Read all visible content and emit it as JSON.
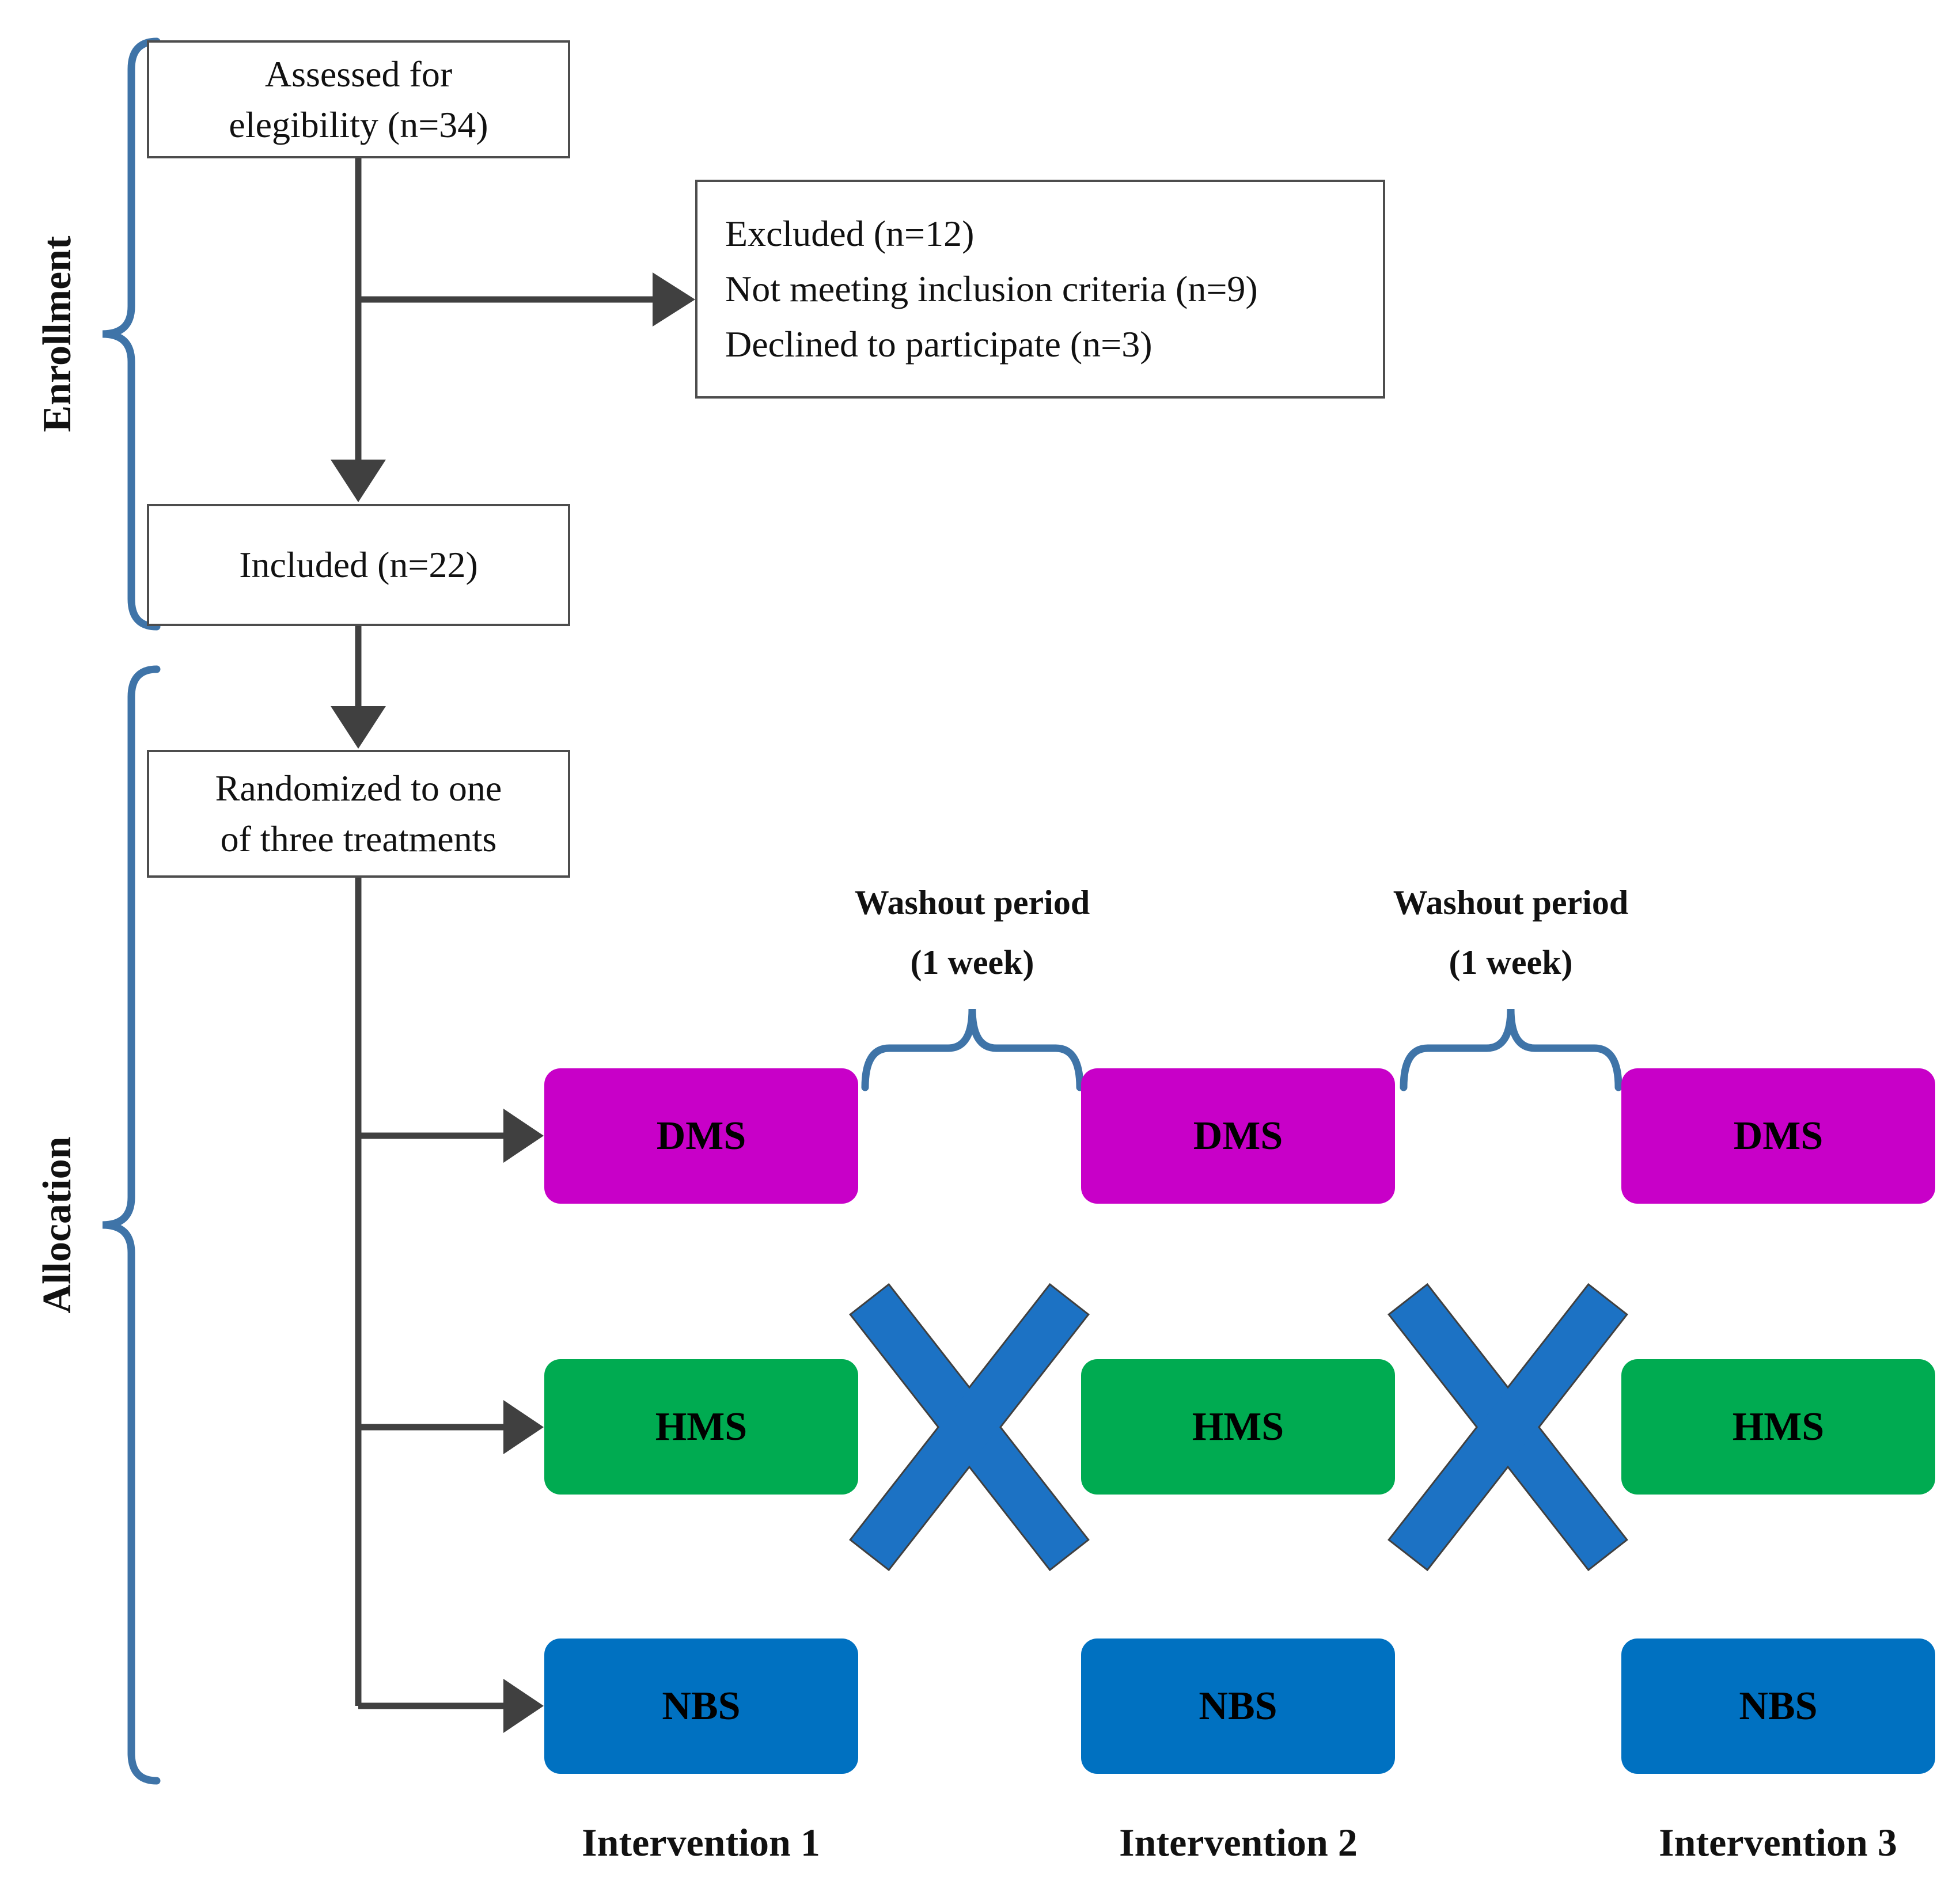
{
  "diagram": {
    "stage_labels": {
      "enrollment": "Enrollment",
      "allocation": "Allocation"
    },
    "boxes": {
      "assessed": {
        "line1": "Assessed for",
        "line2": "elegibility (n=34)"
      },
      "excluded": {
        "lines": [
          "Excluded (n=12)",
          "Not meeting inclusion criteria (n=9)",
          "Declined to participate (n=3)"
        ]
      },
      "included": {
        "label": "Included (n=22)"
      },
      "randomized": {
        "line1": "Randomized to one",
        "line2": "of three treatments"
      }
    },
    "washout": {
      "line1": "Washout period",
      "line2": "(1 week)"
    },
    "treatments": {
      "dms": "DMS",
      "hms": "HMS",
      "nbs": "NBS"
    },
    "interventions": [
      "Intervention 1",
      "Intervention 2",
      "Intervention 3"
    ],
    "colors": {
      "dms_box": "#C800C8",
      "hms_box": "#00AB51",
      "nbs_box": "#0071C1",
      "crossover_x": "#1C72C4",
      "brace": "#3F74A8",
      "flow_lines": "#404040"
    }
  }
}
